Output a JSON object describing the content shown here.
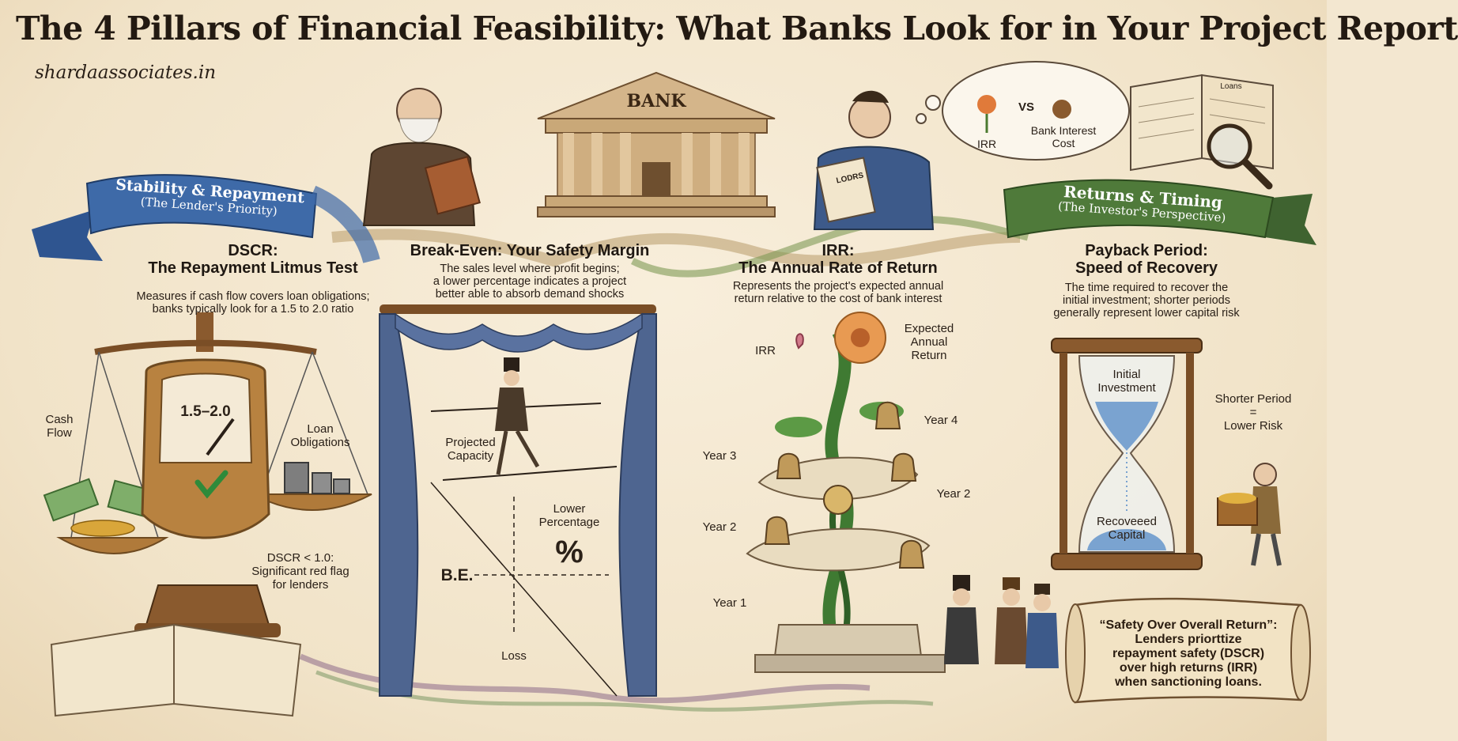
{
  "title": "The 4 Pillars of Financial Feasibility: What Banks Look for in Your Project Report",
  "website": "shardaassociates.in",
  "colors": {
    "left_banner": "#3e6aa8",
    "right_banner": "#4f7a3a",
    "parchment": "#f3e7d0",
    "wood": "#8a5a2e"
  },
  "banners": {
    "left": {
      "line1": "Stability & Repayment",
      "line2": "(The Lender's Priority)"
    },
    "right": {
      "line1": "Returns & Timing",
      "line2": "(The Investor's Perspective)"
    }
  },
  "bank": {
    "sign": "BANK"
  },
  "thought_bubble": {
    "left": "IRR",
    "vs": "VS",
    "right_line1": "Bank Interest",
    "right_line2": "Cost"
  },
  "ledger": {
    "book_label": "LODRS",
    "ledger_header": "Loans"
  },
  "dscr": {
    "heading_line1": "DSCR:",
    "heading_line2": "The Repayment Litmus Test",
    "desc_line1": "Measures if cash flow covers loan obligations;",
    "desc_line2": "banks typically look for a 1.5 to 2.0 ratio",
    "gauge": "1.5–2.0",
    "cash_flow_line1": "Cash",
    "cash_flow_line2": "Flow",
    "loan_line1": "Loan",
    "loan_line2": "Obligations",
    "warn_line1": "DSCR < 1.0:",
    "warn_line2": "Significant red flag",
    "warn_line3": "for lenders"
  },
  "breakeven": {
    "heading": "Break-Even: Your Safety Margin",
    "desc_line1": "The sales level where profit begins;",
    "desc_line2": "a lower percentage indicates a project",
    "desc_line3": "better able to absorb demand shocks",
    "capacity_line1": "Projected",
    "capacity_line2": "Capacity",
    "lower_line1": "Lower",
    "lower_line2": "Percentage",
    "percent": "%",
    "be": "B.E.",
    "loss": "Loss"
  },
  "irr": {
    "heading_line1": "IRR:",
    "heading_line2": "The Annual Rate of Return",
    "desc_line1": "Represents the project's expected annual",
    "desc_line2": "return relative to the cost of bank interest",
    "irr_label": "IRR",
    "expected_line1": "Expected",
    "expected_line2": "Annual",
    "expected_line3": "Return",
    "years": [
      "Year 4",
      "Year 3",
      "Year 2",
      "Year 2",
      "Year 1"
    ]
  },
  "payback": {
    "heading_line1": "Payback Period:",
    "heading_line2": "Speed of Recovery",
    "desc_line1": "The time required to recover the",
    "desc_line2": "initial investment; shorter periods",
    "desc_line3": "generally represent lower capital risk",
    "initial_line1": "Initial",
    "initial_line2": "Investment",
    "recovered_line1": "Recoveeed",
    "recovered_line2": "Capital",
    "shorter_line1": "Shorter Period",
    "shorter_line2": "=",
    "shorter_line3": "Lower Risk"
  },
  "scroll": {
    "line1": "“Safety Over Overall Return”:",
    "line2": "Lenders priorttize",
    "line3": "repayment safety (DSCR)",
    "line4": "over high returns (IRR)",
    "line5": "when sanctioning loans."
  }
}
